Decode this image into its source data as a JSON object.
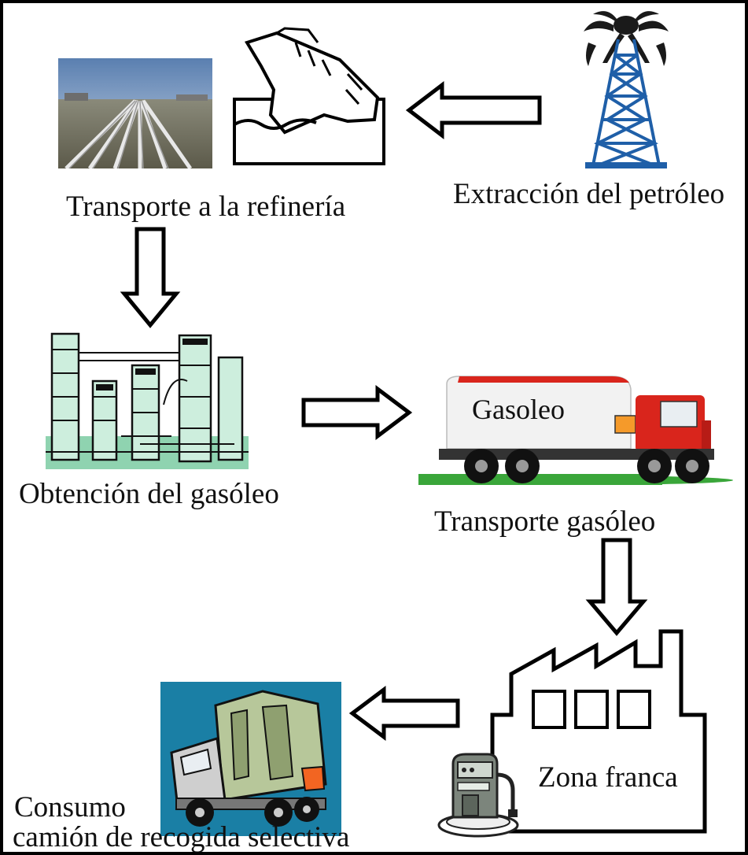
{
  "title": "",
  "nodes": {
    "extraction": {
      "label": "Extracción del petróleo",
      "icon": "oil-derrick-icon"
    },
    "transport_refinery": {
      "label": "Transporte a la refinería",
      "icons": [
        "pipeline-photo",
        "tanker-ship-icon"
      ]
    },
    "refining": {
      "label": "Obtención del gasóleo",
      "icon": "refinery-icon"
    },
    "diesel_transport": {
      "label": "Transporte gasóleo",
      "icon": "tanker-truck-icon",
      "truck_text": "Gasoleo"
    },
    "free_zone": {
      "label": "Zona franca",
      "icons": [
        "factory-icon",
        "fuel-pump-icon"
      ]
    },
    "consumption": {
      "label_line1": "Consumo",
      "label_line2": "camión de recogida selectiva",
      "icon": "garbage-truck-icon"
    }
  },
  "flow": [
    [
      "extraction",
      "transport_refinery"
    ],
    [
      "transport_refinery",
      "refining"
    ],
    [
      "refining",
      "diesel_transport"
    ],
    [
      "diesel_transport",
      "free_zone"
    ],
    [
      "free_zone",
      "consumption"
    ]
  ],
  "colors": {
    "border": "#000000",
    "truck_cab": "#d9251c",
    "grass": "#3aa63a",
    "refinery": "#8fd3b0",
    "photo_bg": "#1a7fa5",
    "derrick": "#1f5fa8"
  }
}
